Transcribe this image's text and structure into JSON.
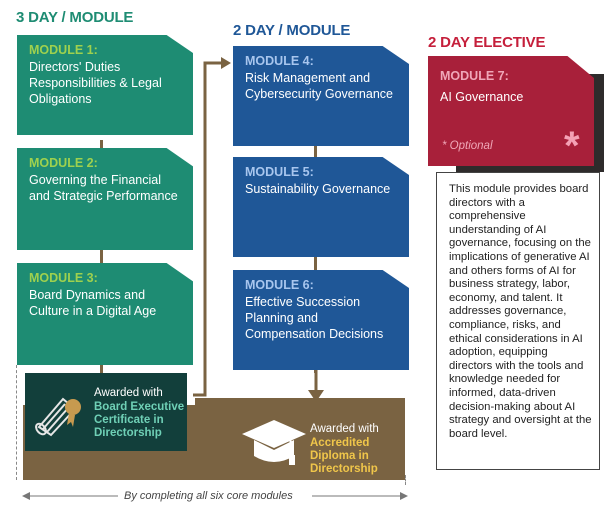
{
  "headers": {
    "three_day": "3 DAY / MODULE",
    "two_day": "2 DAY / MODULE",
    "elective": "2 DAY ELECTIVE"
  },
  "modules": [
    {
      "title": "MODULE 1:",
      "desc": "Directors' Duties Responsibilities & Legal Obligations"
    },
    {
      "title": "MODULE 2:",
      "desc": "Governing the Financial and Strategic Performance"
    },
    {
      "title": "MODULE 3:",
      "desc": "Board Dynamics and Culture in a Digital Age"
    },
    {
      "title": "MODULE 4:",
      "desc": "Risk Management and Cybersecurity Governance"
    },
    {
      "title": "MODULE 5:",
      "desc": "Sustainability Governance"
    },
    {
      "title": "MODULE 6:",
      "desc": "Effective Succession Planning and Compensation Decisions"
    }
  ],
  "elective": {
    "title": "MODULE 7:",
    "subtitle": "AI Governance",
    "optional": "* Optional",
    "star": "*",
    "description": "This module provides board directors with a comprehensive understanding of AI governance, focusing on the implications of generative AI and others forms of AI for business strategy, labor, economy, and talent. It addresses governance, compliance, risks, and ethical considerations in AI adoption, equipping directors with the tools and knowledge needed for informed, data-driven decision-making about AI strategy and oversight at the board level."
  },
  "award1": {
    "prefix": "Awarded with",
    "name": "Board Executive Certificate in Directorship"
  },
  "award2": {
    "prefix": "Awarded with",
    "name": "Accredited Diploma in Directorship"
  },
  "footer": "By completing all six core modules",
  "colors": {
    "teal": "#1e8c73",
    "blue": "#1f5797",
    "elective_red": "#a8203a",
    "brown": "#7a6342",
    "dark_teal": "#123f3b",
    "header_green": "#1e8c73",
    "header_blue": "#1f5797",
    "header_red": "#c51f3b"
  },
  "icons": [
    "certificate-scroll-icon",
    "graduation-cap-icon",
    "arrow-right-icon",
    "arrow-down-icon"
  ]
}
